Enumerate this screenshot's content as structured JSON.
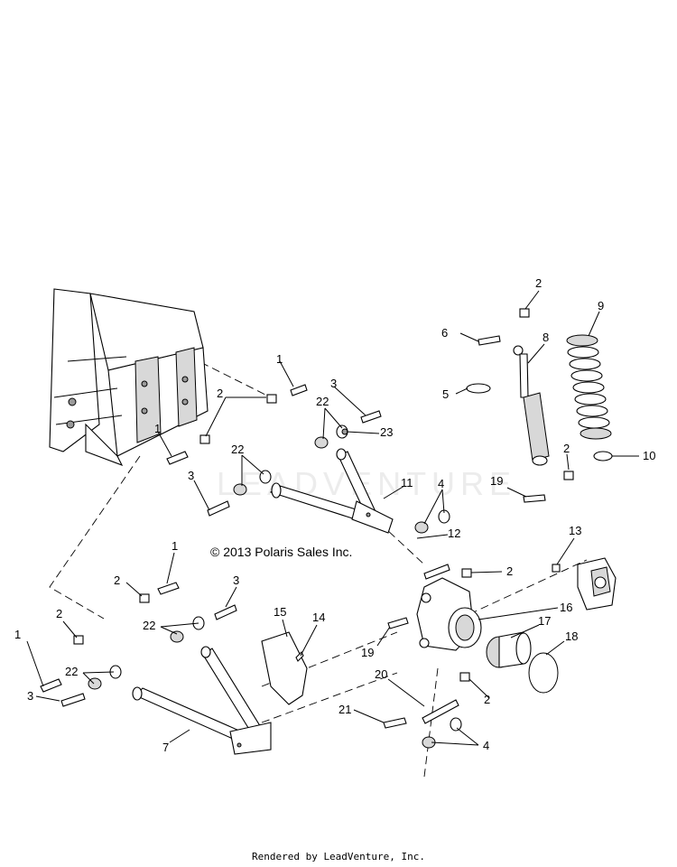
{
  "copyright": "© 2013 Polaris Sales Inc.",
  "footer": "Rendered by LeadVenture, Inc.",
  "watermark": "LEADVENTURE",
  "callouts": [
    "1",
    "2",
    "3",
    "4",
    "5",
    "6",
    "7",
    "8",
    "9",
    "10",
    "11",
    "12",
    "13",
    "14",
    "15",
    "16",
    "17",
    "18",
    "19",
    "20",
    "21",
    "22",
    "23"
  ]
}
